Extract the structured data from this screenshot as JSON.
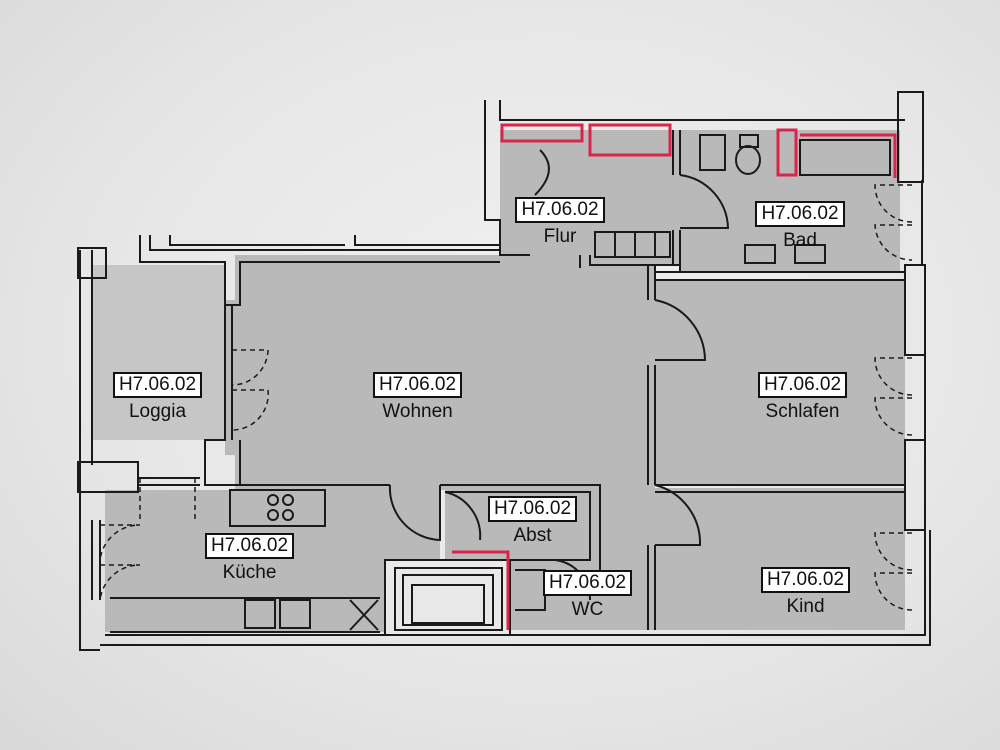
{
  "plan": {
    "rooms": [
      {
        "id": "flur",
        "code": "H7.06.02",
        "name": "Flur"
      },
      {
        "id": "bad",
        "code": "H7.06.02",
        "name": "Bad"
      },
      {
        "id": "loggia",
        "code": "H7.06.02",
        "name": "Loggia"
      },
      {
        "id": "wohnen",
        "code": "H7.06.02",
        "name": "Wohnen"
      },
      {
        "id": "schlafen",
        "code": "H7.06.02",
        "name": "Schlafen"
      },
      {
        "id": "abst",
        "code": "H7.06.02",
        "name": "Abst"
      },
      {
        "id": "kueche",
        "code": "H7.06.02",
        "name": "Küche"
      },
      {
        "id": "wc",
        "code": "H7.06.02",
        "name": "WC"
      },
      {
        "id": "kind",
        "code": "H7.06.02",
        "name": "Kind"
      }
    ],
    "colors": {
      "room_fill": "#b9b9b9",
      "loggia_fill": "#c6c6c6",
      "wall": "#1a1a1a",
      "highlight": "#d8264a"
    }
  }
}
